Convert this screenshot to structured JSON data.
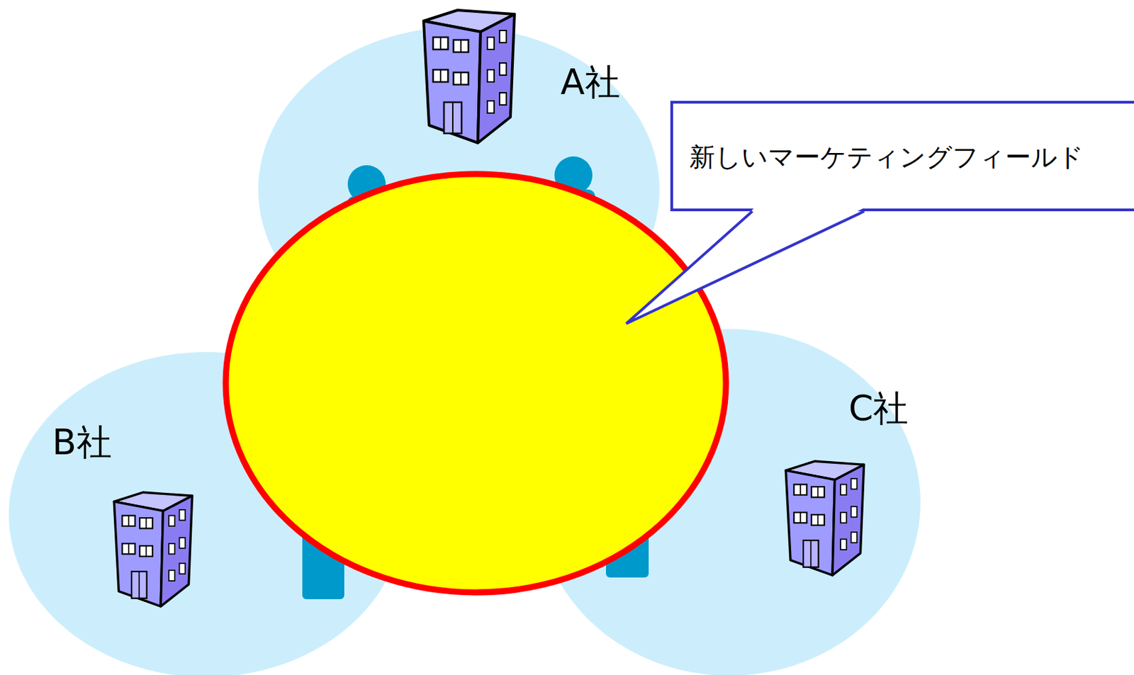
{
  "diagram": {
    "nodes": [
      {
        "text": [
          "A社"
        ]
      },
      {
        "text": [
          "新しいマーケティングフィールド"
        ]
      },
      {
        "text": [
          "C社"
        ]
      },
      {
        "text": [
          "B社"
        ]
      }
    ]
  }
}
